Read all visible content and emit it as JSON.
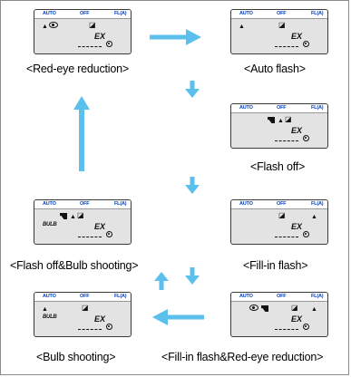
{
  "lcd": {
    "mode_auto": "AUTO",
    "mode_off": "OFF",
    "mode_fill": "FL(A)",
    "bulb_text": "BULB",
    "ex_text": "EX"
  },
  "labels": {
    "red_eye": "<Red-eye reduction>",
    "auto_flash": "<Auto flash>",
    "flash_off": "<Flash off>",
    "flash_off_bulb": "<Flash off&Bulb shooting>",
    "fill_in": "<Fill-in flash>",
    "bulb_shooting": "<Bulb shooting>",
    "fill_in_red_eye": "<Fill-in flash&Red-eye reduction>"
  },
  "colors": {
    "arrow": "#5bc0eb",
    "mode_text": "#003fbf"
  }
}
